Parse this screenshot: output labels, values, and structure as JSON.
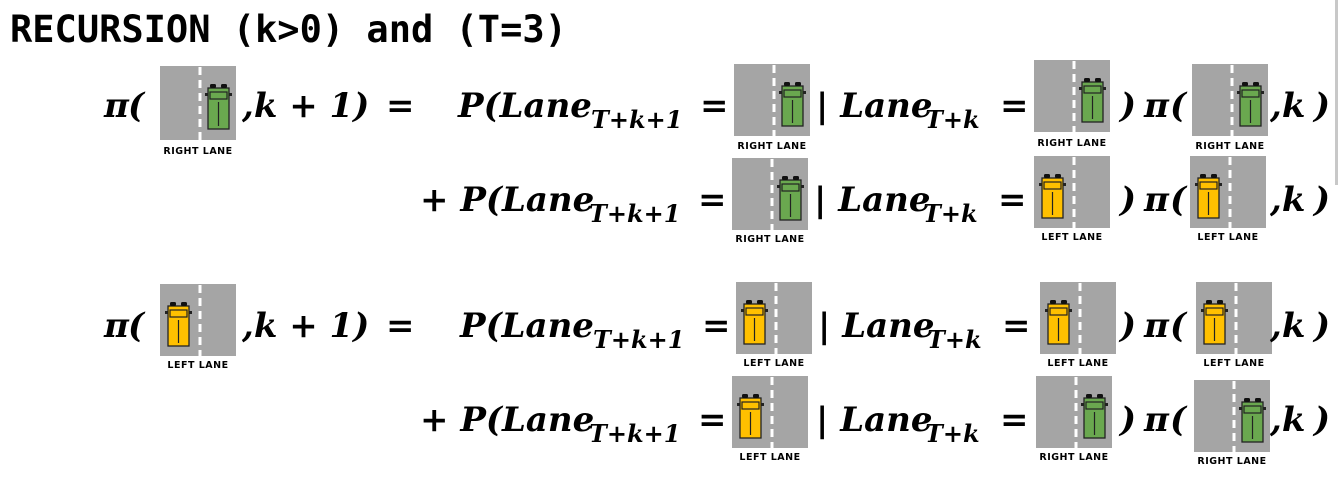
{
  "title": "RECURSION (k>0) and (T=3)",
  "lane_labels": {
    "right": "RIGHT LANE",
    "left": "LEFT LANE"
  },
  "colors": {
    "road": "#a5a5a5",
    "lane_marking": "#ffffff",
    "right_car": "#6aa84f",
    "left_car": "#ffc000"
  },
  "symbols": {
    "pi": "π",
    "open": "(",
    "close": ")",
    "comma_k": ",k",
    "k_plus_1": ",k + 1)",
    "equals": "=",
    "P_Lane": "P(Lane",
    "plus_P_Lane": "+ P(Lane",
    "sub_next": "T+k+1",
    "sub_cur": "T+k",
    "given_Lane": "| Lane"
  }
}
